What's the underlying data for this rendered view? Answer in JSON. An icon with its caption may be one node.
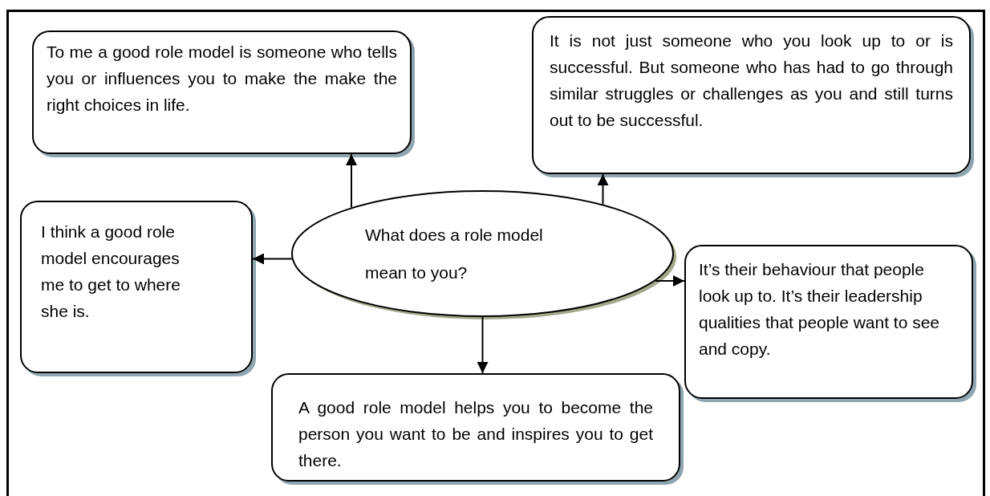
{
  "diagram": {
    "nodes": [
      {
        "text": [
          "What does a role model mean to you?"
        ]
      },
      {
        "text": [
          "To me a good role model is someone who tells you or influences you to make the make the right choices in life."
        ]
      },
      {
        "text": [
          "It is not just someone who you look up to or is successful. But someone who has had to go through similar struggles or challenges as you and still turns out to be successful."
        ]
      },
      {
        "text": [
          "I think a good role model encourages me to get to where she is."
        ]
      },
      {
        "text": [
          "It’s their behaviour that people look up to. It’s their leadership qualities that people want to see and copy."
        ]
      },
      {
        "text": [
          "A good role model helps you to become the person you want to be and inspires you to get there."
        ]
      }
    ],
    "edges": [
      {
        "from": 0,
        "to": 1,
        "arrow": "to"
      },
      {
        "from": 0,
        "to": 2,
        "arrow": "to"
      },
      {
        "from": 0,
        "to": 3,
        "arrow": "to"
      },
      {
        "from": 0,
        "to": 4,
        "arrow": "to"
      },
      {
        "from": 0,
        "to": 5,
        "arrow": "to"
      }
    ]
  }
}
